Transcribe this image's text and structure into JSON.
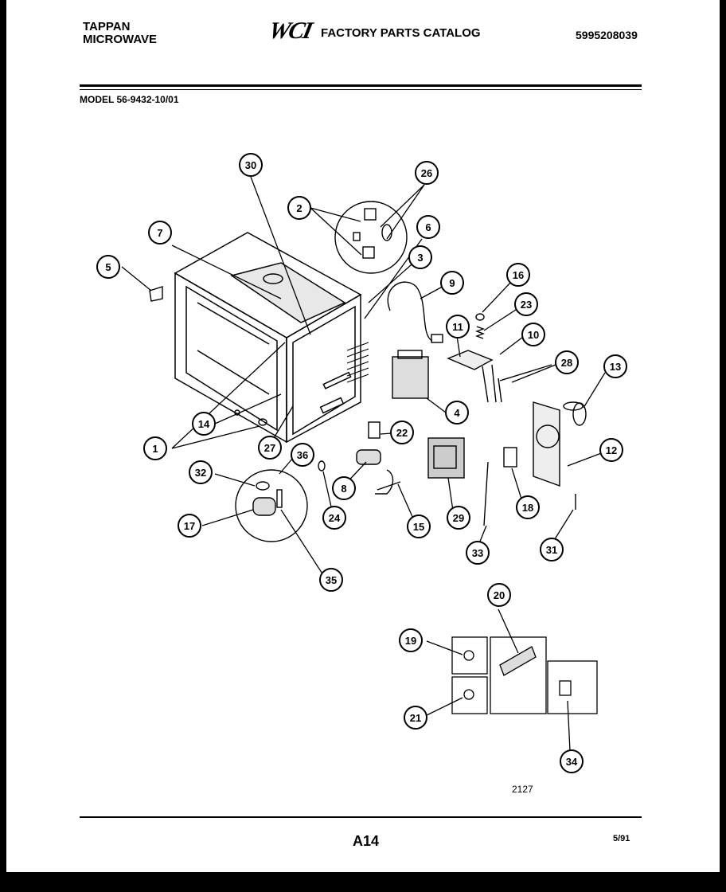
{
  "header": {
    "brand_line1": "TAPPAN",
    "brand_line2": "MICROWAVE",
    "logo": "WCI",
    "catalog_title": "FACTORY PARTS CATALOG",
    "catalog_number": "5995208039"
  },
  "model": "MODEL 56-9432-10/01",
  "callouts": [
    "30",
    "26",
    "2",
    "6",
    "7",
    "3",
    "5",
    "9",
    "16",
    "23",
    "11",
    "10",
    "28",
    "13",
    "14",
    "4",
    "1",
    "27",
    "22",
    "36",
    "32",
    "12",
    "8",
    "24",
    "17",
    "15",
    "29",
    "18",
    "33",
    "31",
    "35",
    "20",
    "19",
    "21",
    "34"
  ],
  "figure_number": "2127",
  "footer": {
    "page": "A14",
    "date": "5/91"
  }
}
